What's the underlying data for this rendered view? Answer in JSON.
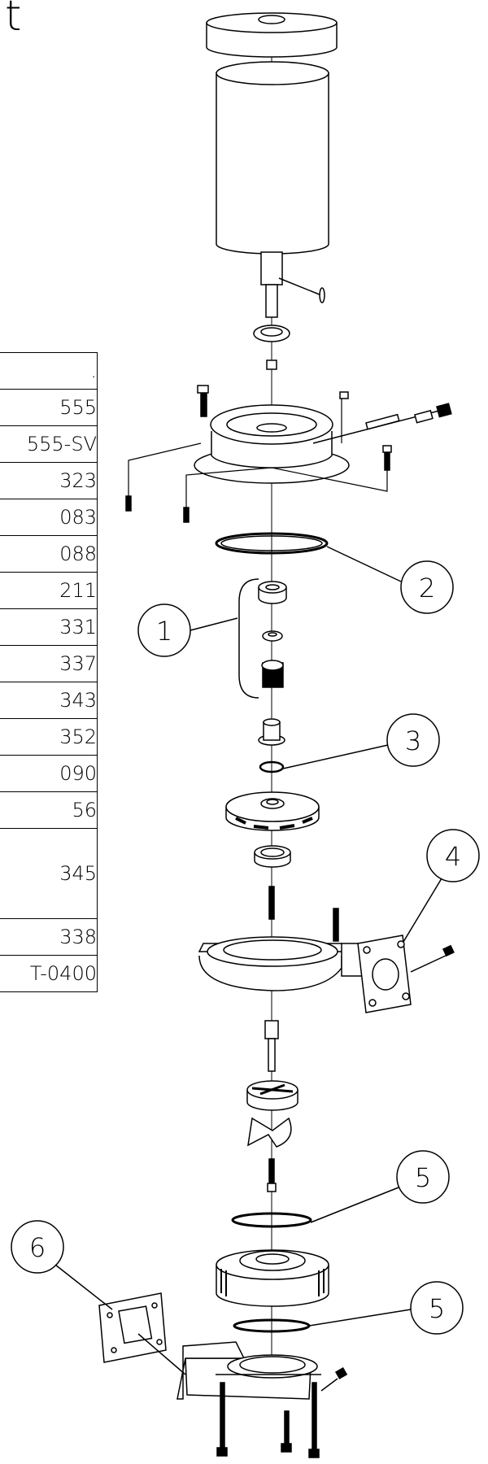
{
  "title": "t",
  "parts_table": [
    ".",
    "555",
    "555-SV",
    "323",
    "083",
    "088",
    "211",
    "331",
    "337",
    "343",
    "352",
    "090",
    "56",
    "345",
    "338",
    "T-0400"
  ],
  "callouts": [
    "1",
    "2",
    "3",
    "4",
    "5",
    "5",
    "6"
  ]
}
